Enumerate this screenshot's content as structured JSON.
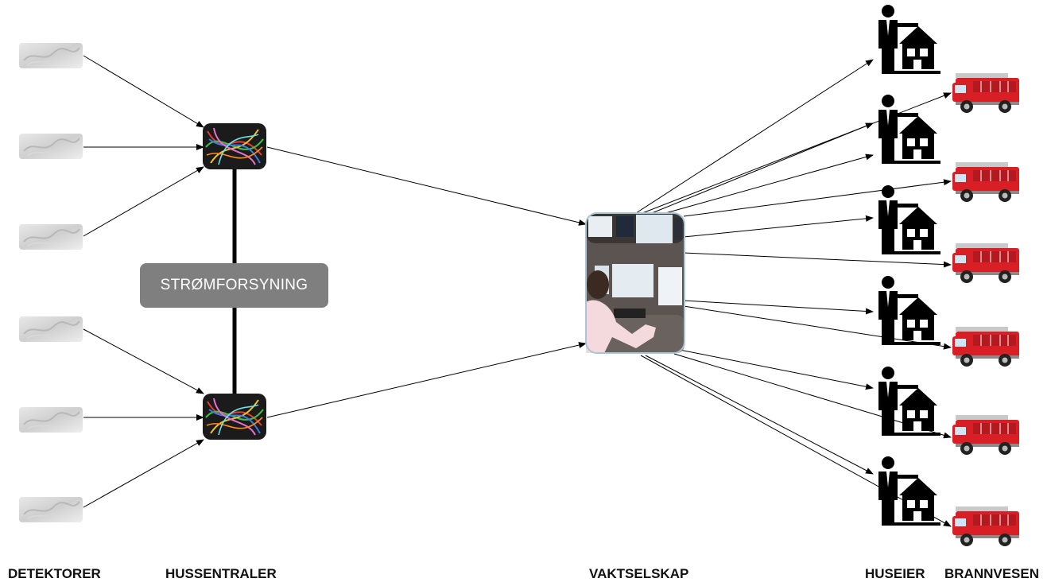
{
  "labels": {
    "detectors": "DETEKTORER",
    "central_units": "HUSSENTRALER",
    "security_company": "VAKTSELSKAP",
    "homeowner": "HUSEIER",
    "fire_dept": "BRANNVESEN"
  },
  "power_supply": {
    "label": "STRØMFORSYNING"
  },
  "icons": {
    "detector": "smoke-detector-icon",
    "central": "alarm-central-icon",
    "control_room": "control-room-photo",
    "homeowner": "homeowner-house-icon",
    "fire_truck": "fire-truck-icon"
  },
  "colors": {
    "power_box": "#7f7f7f",
    "truck_red": "#d81f26",
    "line": "#000000"
  }
}
